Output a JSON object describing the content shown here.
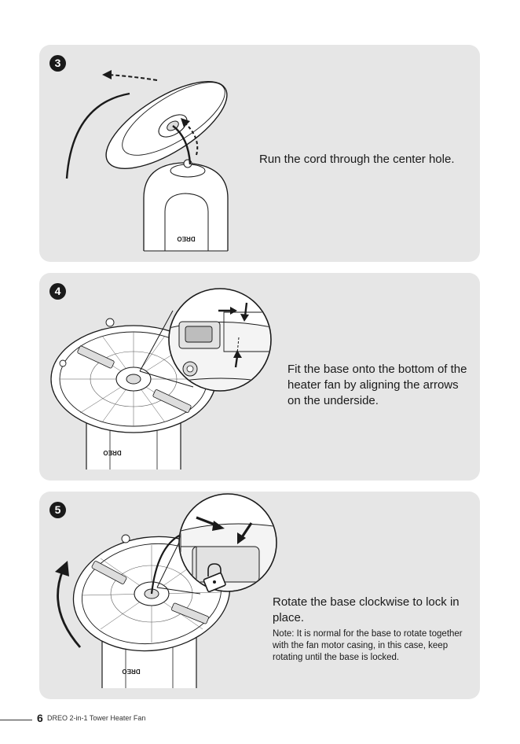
{
  "steps": [
    {
      "number": "3",
      "text": "Run the cord through the center hole.",
      "logo": "DREO"
    },
    {
      "number": "4",
      "text": "Fit the base onto the bottom of the heater fan by aligning the arrows on the underside.",
      "logo": "DREO"
    },
    {
      "number": "5",
      "text": "Rotate the base clockwise to lock in place.",
      "note": "Note: It is normal for the base to rotate together with the fan motor casing, in this case, keep rotating until the base is locked.",
      "logo": "DREO"
    }
  ],
  "footer": {
    "page_number": "6",
    "title": "DREO 2-in-1 Tower Heater Fan"
  },
  "colors": {
    "panel_bg": "#e6e6e6",
    "ink": "#1a1a1a",
    "device_fill": "#ffffff"
  },
  "icons": [
    "dashed-arrow-icon",
    "curved-arrow-icon",
    "lock-icon",
    "arrow-icon"
  ]
}
